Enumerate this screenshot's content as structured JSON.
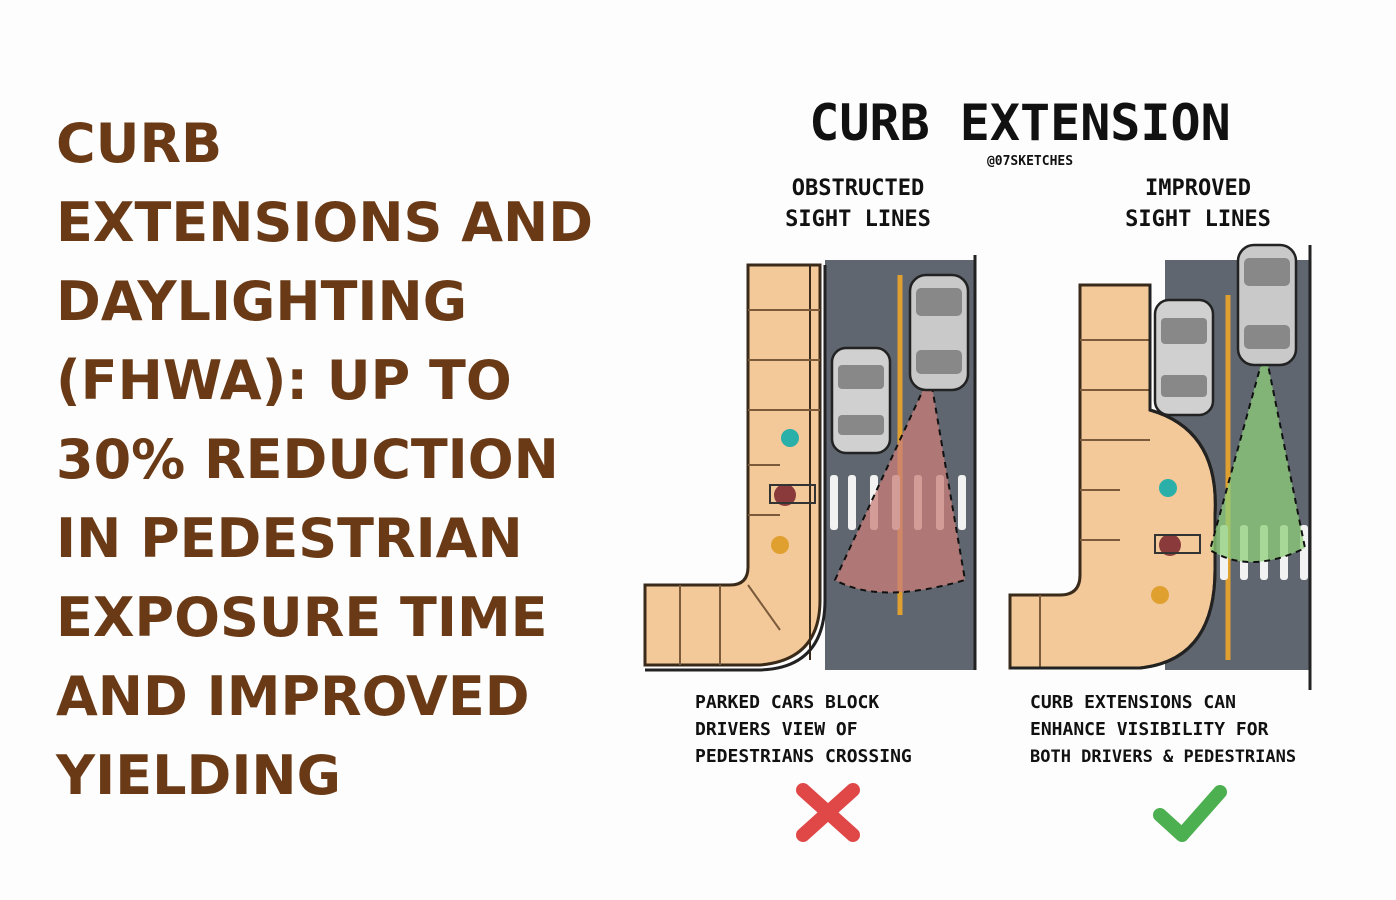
{
  "headline": {
    "lines": [
      "CURB",
      "EXTENSIONS AND",
      "DAYLIGHTING",
      "(FHWA): UP TO",
      "30% REDUCTION",
      "IN PEDESTRIAN",
      "EXPOSURE TIME",
      "AND IMPROVED",
      "YIELDING"
    ]
  },
  "illustration": {
    "title": "CURB EXTENSION",
    "credit": "@07SKETCHES",
    "left_panel": {
      "heading": [
        "OBSTRUCTED",
        "SIGHT LINES"
      ],
      "caption": [
        "PARKED CARS BLOCK",
        "DRIVERS VIEW OF",
        "PEDESTRIANS CROSSING"
      ],
      "verdict_icon": "red-x-icon"
    },
    "right_panel": {
      "heading": [
        "IMPROVED",
        "SIGHT LINES"
      ],
      "caption": [
        "CURB EXTENSIONS CAN",
        "ENHANCE VISIBILITY FOR",
        "BOTH DRIVERS & PEDESTRIANS"
      ],
      "verdict_icon": "green-check-icon"
    }
  },
  "colors": {
    "headline": "#6a3a16",
    "sidewalk": "#f4c99a",
    "road": "#5f6670",
    "lane_line": "#e0a030",
    "obstructed_cone": "#c97f78",
    "improved_cone": "#8fcf7a",
    "x_mark": "#e04848",
    "check_mark": "#4caf50",
    "accent": "#3fd6c4"
  }
}
